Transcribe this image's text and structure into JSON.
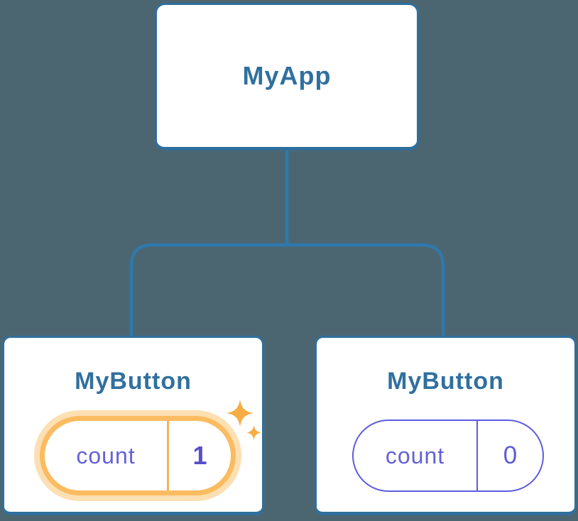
{
  "diagram": {
    "title": "react-component-tree",
    "root": {
      "label": "MyApp"
    },
    "children": [
      {
        "label": "MyButton",
        "state": {
          "name": "count",
          "value": "1"
        },
        "highlighted": true,
        "icon": "sparkle-icon"
      },
      {
        "label": "MyButton",
        "state": {
          "name": "count",
          "value": "0"
        },
        "highlighted": false
      }
    ]
  },
  "colors": {
    "background": "#4c6671",
    "card_background": "#ffffff",
    "card_border": "#2f6f9d",
    "title_text": "#30709f",
    "connector_line": "#2e79ae",
    "state_label_text": "#6461d8",
    "state_value_highlighted": "#574fc9",
    "state_value_normal": "#5b5bd6",
    "state_pill_border": "#5d5ce0",
    "highlight_pill_border": "#fbbc61",
    "highlight_pill_glow": "#fcdfb2",
    "highlight_divider": "#f6b158",
    "sparkle": "#f7ad43"
  }
}
